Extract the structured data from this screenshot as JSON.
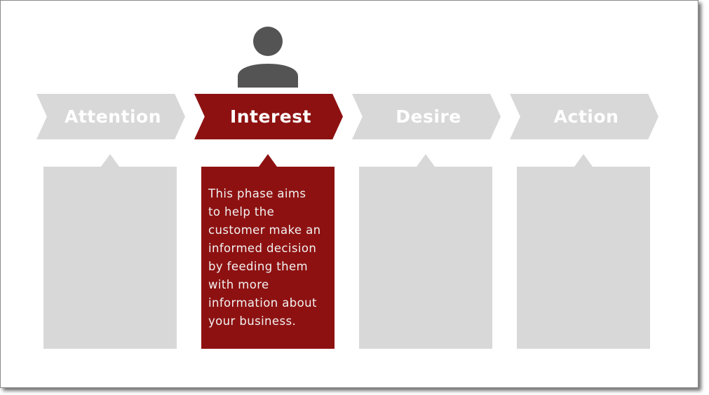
{
  "diagram": {
    "colors": {
      "active": "#8e1111",
      "inactive": "#d8d8d8",
      "icon": "#545454",
      "text": "#ffffff"
    },
    "active_stage_icon": "person-icon",
    "stages": [
      {
        "label": "Attention",
        "active": false,
        "description": ""
      },
      {
        "label": "Interest",
        "active": true,
        "description": "This phase aims\nto help the\ncustomer make an\ninformed decision\nby feeding them\nwith more\ninformation about\nyour business."
      },
      {
        "label": "Desire",
        "active": false,
        "description": ""
      },
      {
        "label": "Action",
        "active": false,
        "description": ""
      }
    ]
  }
}
